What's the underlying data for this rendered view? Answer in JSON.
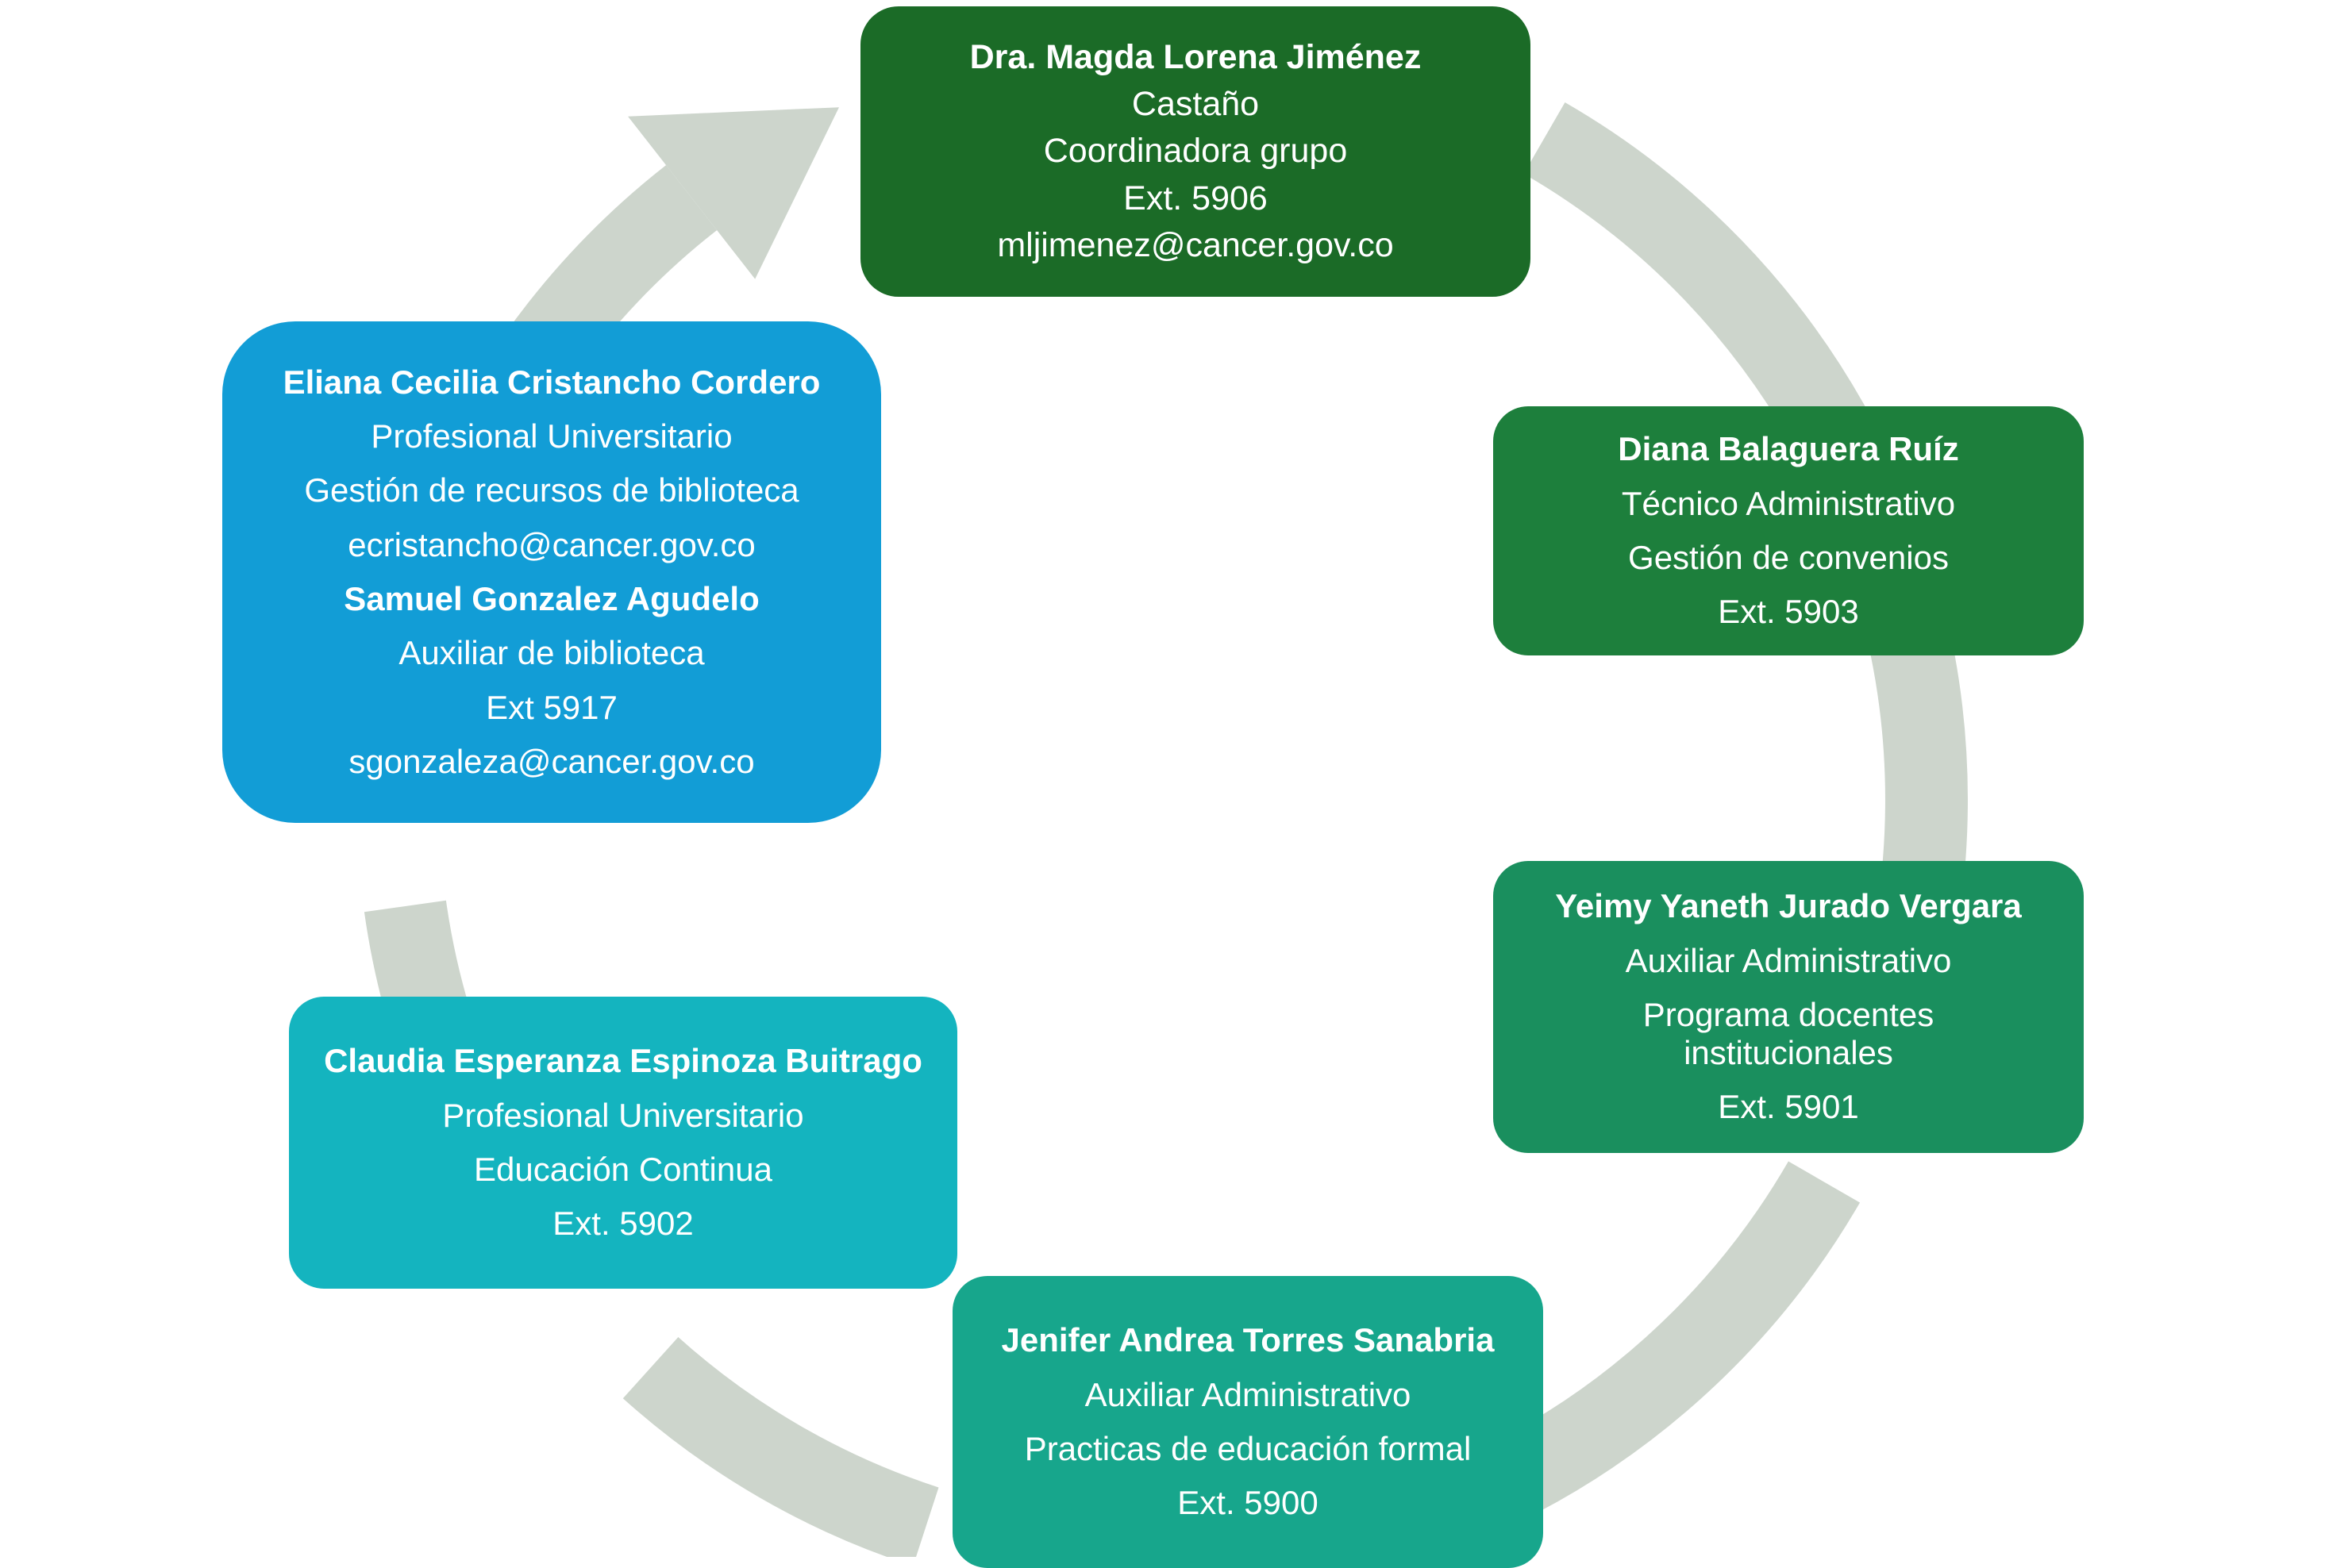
{
  "colors": {
    "connector": "#cdd5cc",
    "coordinator": "#1b6b27",
    "balaguera": "#1d7f3c",
    "jurado": "#1a8f5e",
    "torres": "#17a68c",
    "espinoza": "#14b4bf",
    "cristancho": "#129dd6",
    "text": "#ffffff"
  },
  "nodes": {
    "coordinator": {
      "name": "Dra. Magda Lorena Jiménez",
      "name_cont": "Castaño",
      "role": "Coordinadora grupo",
      "ext": "Ext. 5906",
      "email": "mljimenez@cancer.gov.co"
    },
    "balaguera": {
      "name": "Diana Balaguera Ruíz",
      "role": "Técnico Administrativo",
      "area": "Gestión de convenios",
      "ext": "Ext. 5903"
    },
    "jurado": {
      "name": "Yeimy Yaneth Jurado Vergara",
      "role": "Auxiliar  Administrativo",
      "area": "Programa docentes institucionales",
      "ext": "Ext. 5901"
    },
    "torres": {
      "name": "Jenifer Andrea Torres Sanabria",
      "role": "Auxiliar  Administrativo",
      "area": "Practicas de educación formal",
      "ext": "Ext. 5900"
    },
    "espinoza": {
      "name": "Claudia Esperanza Espinoza Buitrago",
      "role": "Profesional Universitario",
      "area": "Educación Continua",
      "ext": "Ext. 5902"
    },
    "cristancho": {
      "name": "Eliana Cecilia Cristancho Cordero",
      "role": "Profesional Universitario",
      "area": "Gestión de recursos de biblioteca",
      "email": "ecristancho@cancer.gov.co",
      "name2": "Samuel Gonzalez Agudelo",
      "role2": "Auxiliar de biblioteca",
      "ext2": "Ext 5917",
      "email2": "sgonzaleza@cancer.gov.co"
    }
  }
}
